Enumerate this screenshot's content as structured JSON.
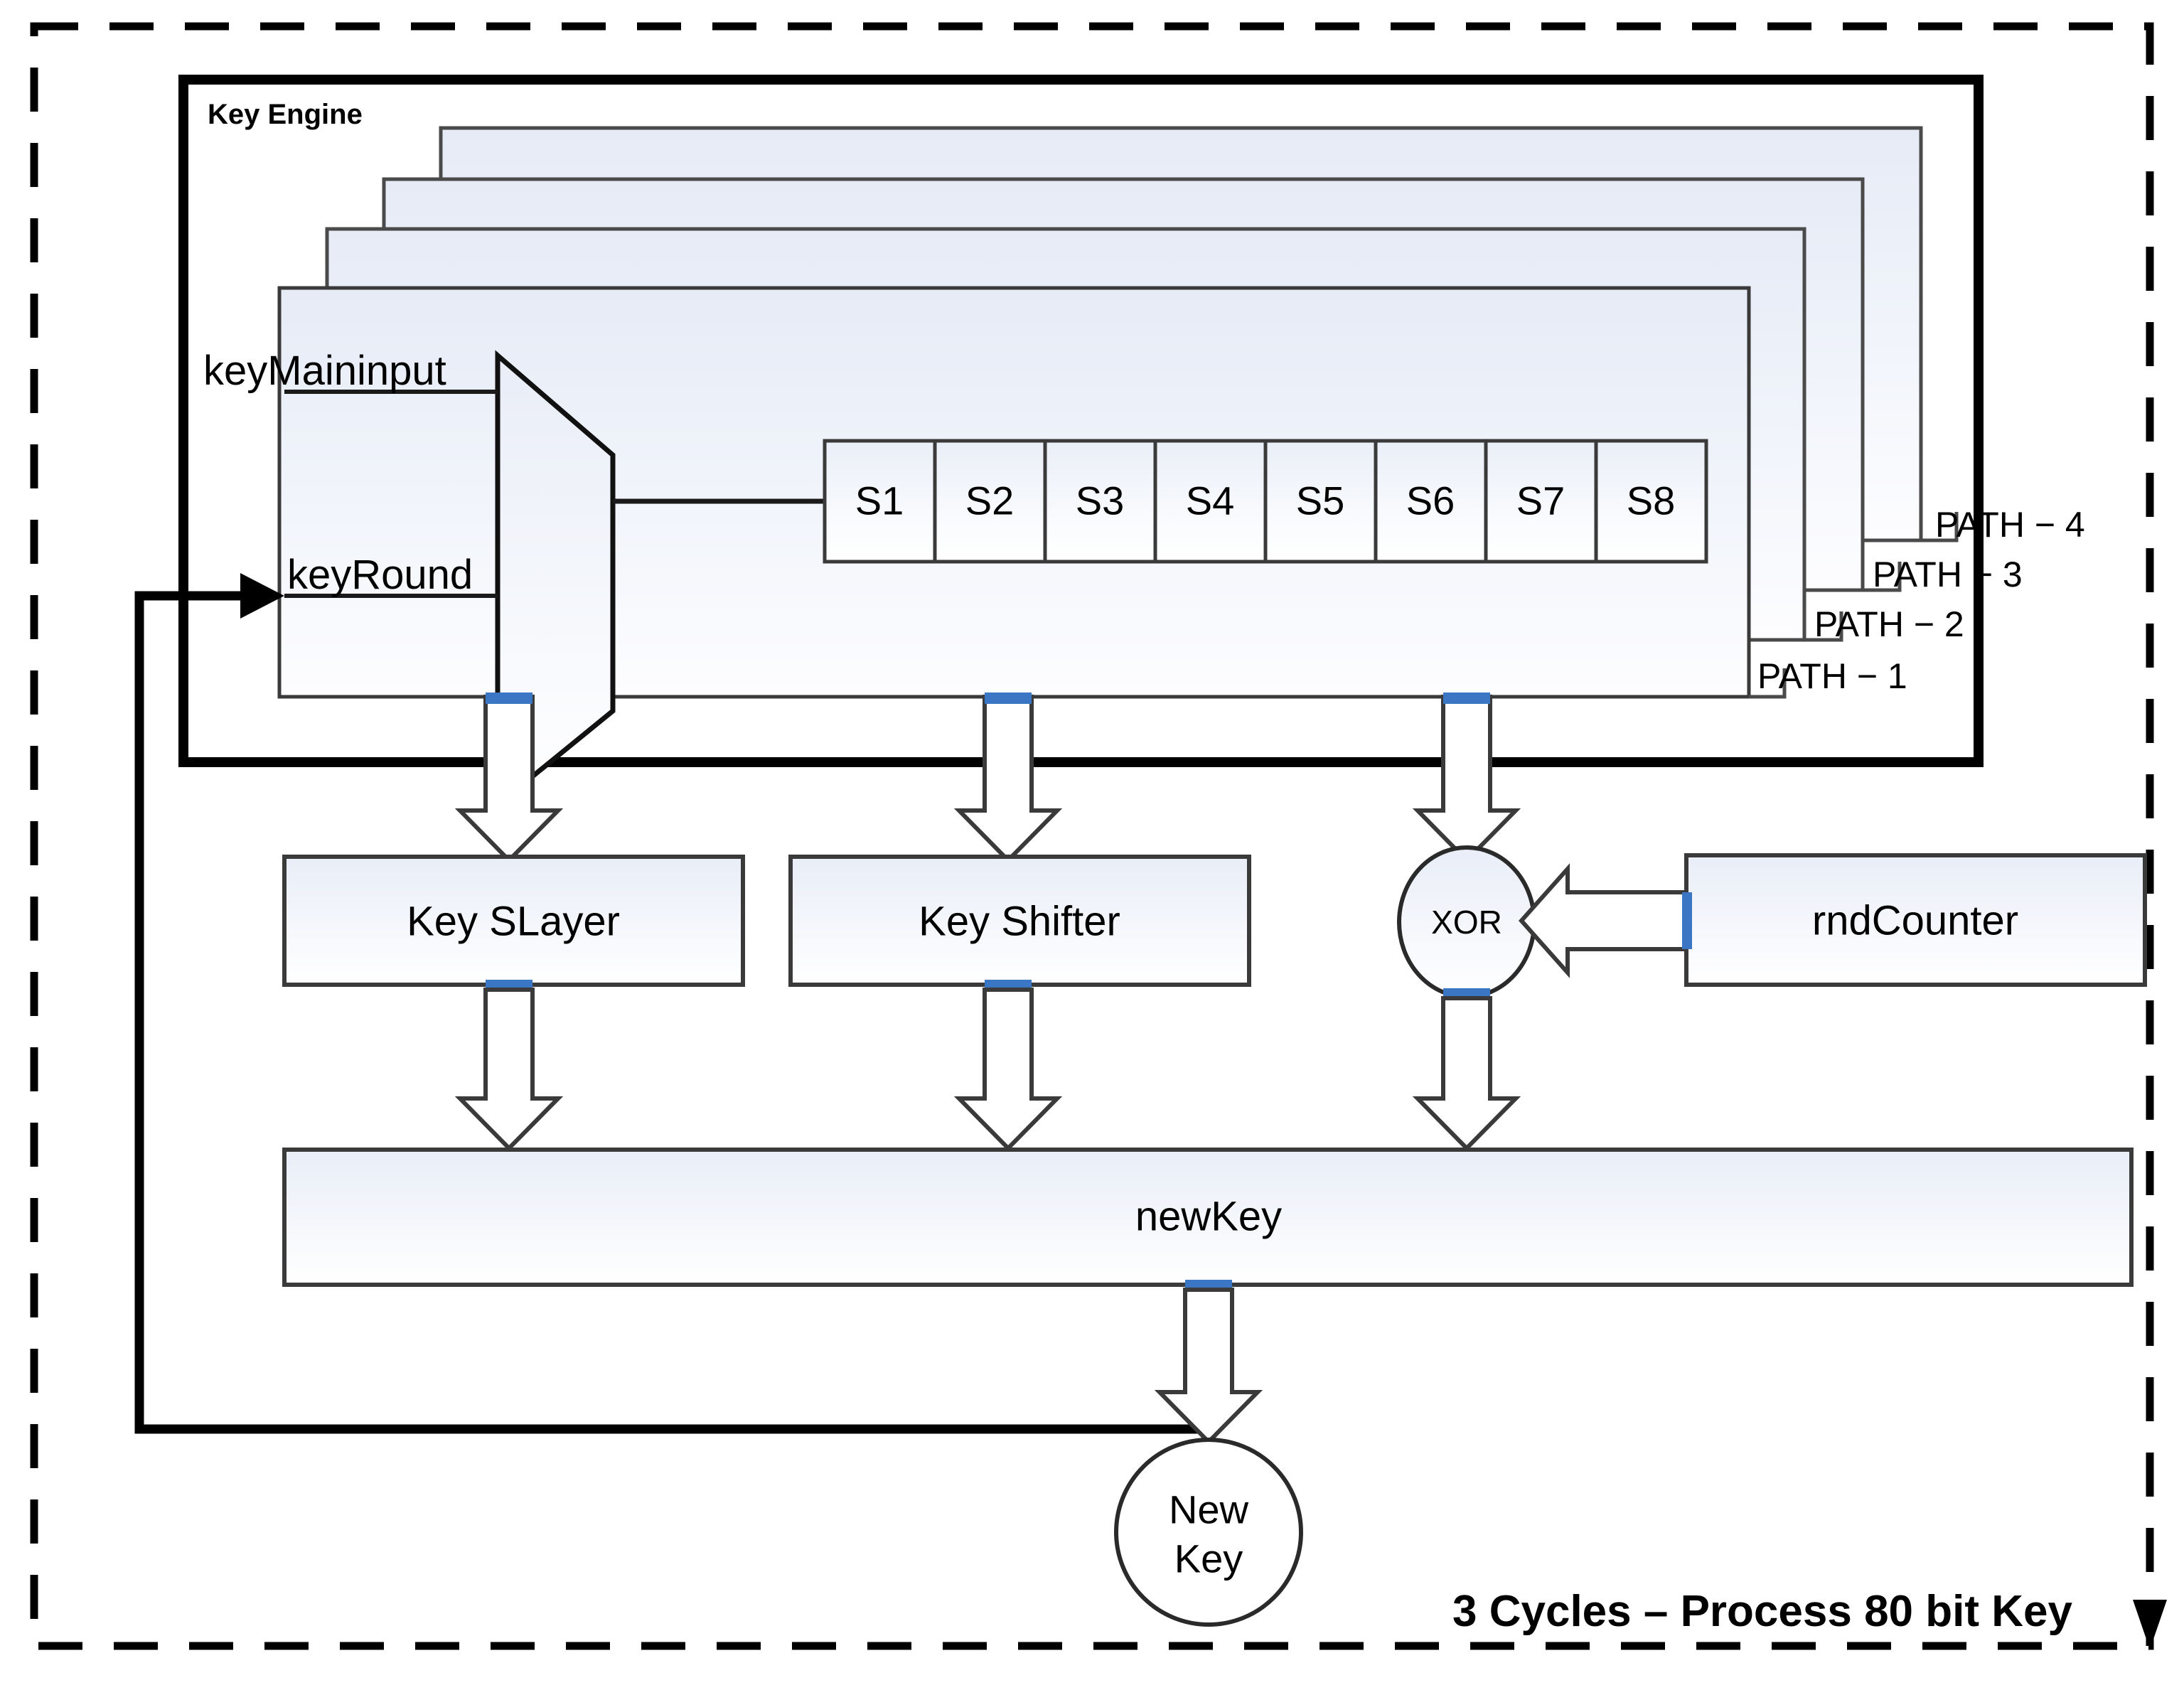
{
  "diagram": {
    "title_caption": "3 Cycles – Process 80 bit Key",
    "engine_label": "Key Engine",
    "inputs": {
      "main_input": "keyMaininput",
      "round_input": "keyRound"
    },
    "sboxes": [
      "S1",
      "S2",
      "S3",
      "S4",
      "S5",
      "S6",
      "S7",
      "S8"
    ],
    "paths": [
      {
        "label": "PATH − 1"
      },
      {
        "label": "PATH − 2"
      },
      {
        "label": "PATH − 3"
      },
      {
        "label": "PATH − 4"
      }
    ],
    "stages": [
      {
        "label": "Key SLayer"
      },
      {
        "label": "Key Shifter"
      },
      {
        "label": "XOR"
      },
      {
        "label": "rndCounter"
      }
    ],
    "output_bar": "newKey",
    "terminal": {
      "line1": "New",
      "line2": "Key"
    },
    "colors": {
      "panel_fill_top": "#e8ecf6",
      "panel_fill_bottom": "#fbfcfe",
      "panel_stroke": "#3f3f3f",
      "engine_border": "#000000",
      "connector_blue": "#3b76c4",
      "line": "#1a1a1a",
      "text": "#000000"
    }
  }
}
